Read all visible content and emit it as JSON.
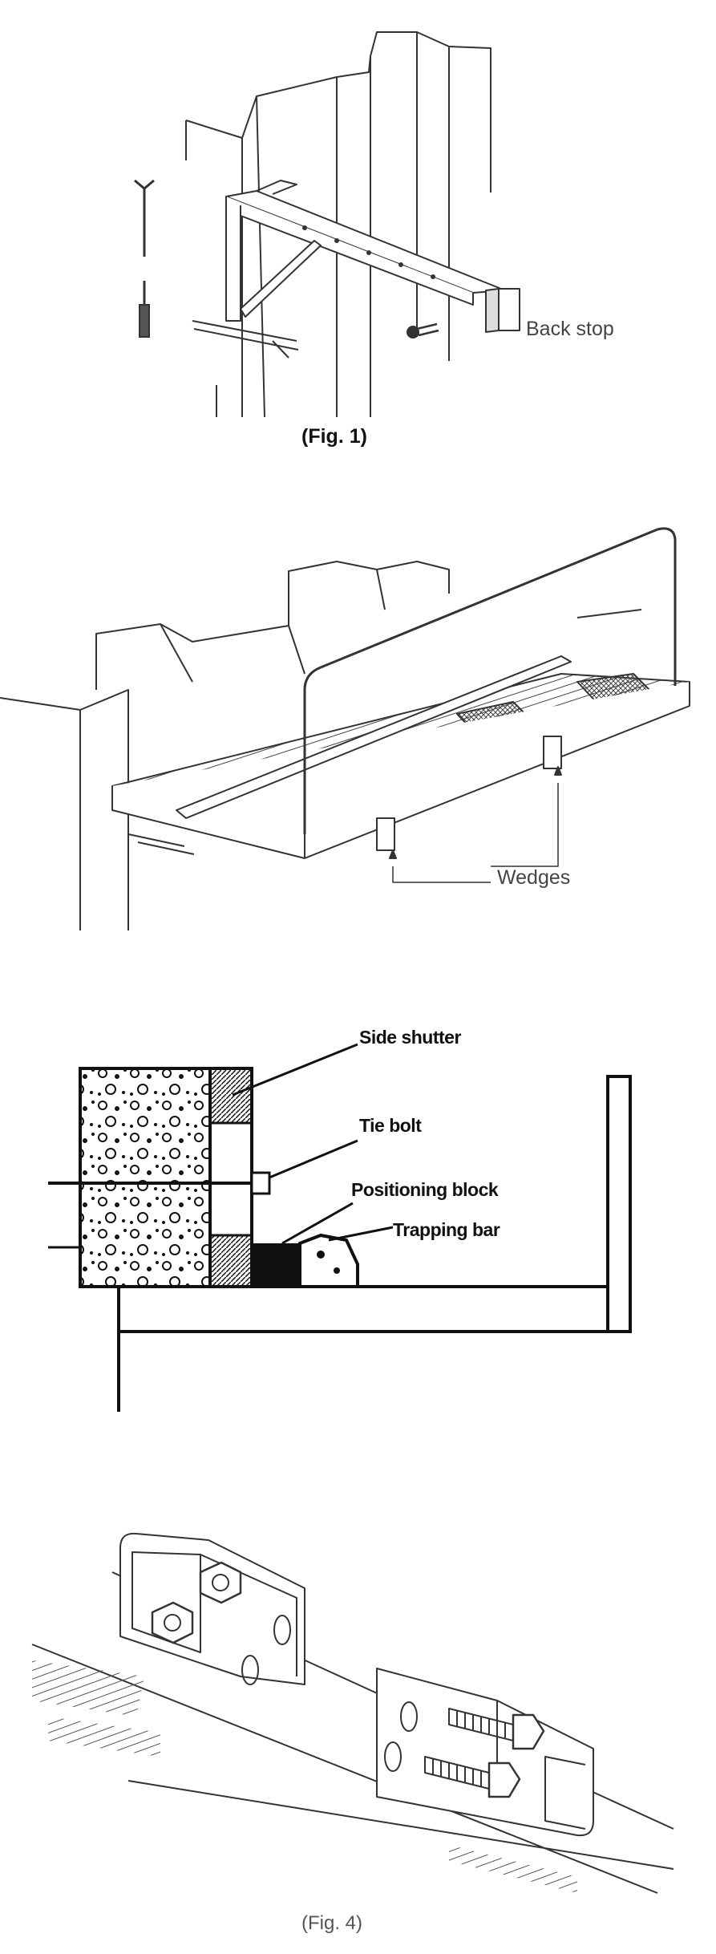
{
  "figures": [
    {
      "caption": "(Fig. 1)",
      "labels": {
        "back_stop": "Back stop"
      }
    },
    {
      "caption": "",
      "labels": {
        "wedges": "Wedges"
      }
    },
    {
      "caption": "",
      "labels": {
        "side_shutter": "Side shutter",
        "tie_bolt": "Tie bolt",
        "positioning_block": "Positioning block",
        "trapping_bar": "Trapping bar"
      }
    },
    {
      "caption": "(Fig. 4)",
      "labels": {}
    }
  ]
}
